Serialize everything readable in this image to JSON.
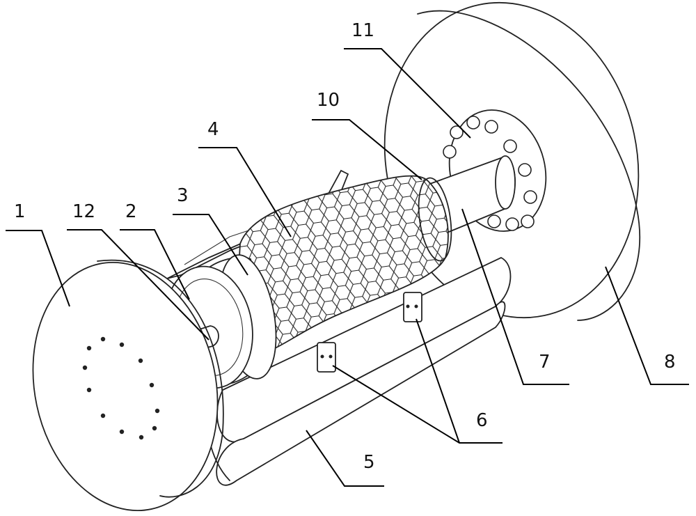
{
  "callouts": [
    {
      "id": "1",
      "label": "1"
    },
    {
      "id": "2",
      "label": "2"
    },
    {
      "id": "3",
      "label": "3"
    },
    {
      "id": "4",
      "label": "4"
    },
    {
      "id": "5",
      "label": "5"
    },
    {
      "id": "6",
      "label": "6"
    },
    {
      "id": "7",
      "label": "7"
    },
    {
      "id": "8",
      "label": "8"
    },
    {
      "id": "10",
      "label": "10"
    },
    {
      "id": "11",
      "label": "11"
    },
    {
      "id": "12",
      "label": "12"
    }
  ]
}
